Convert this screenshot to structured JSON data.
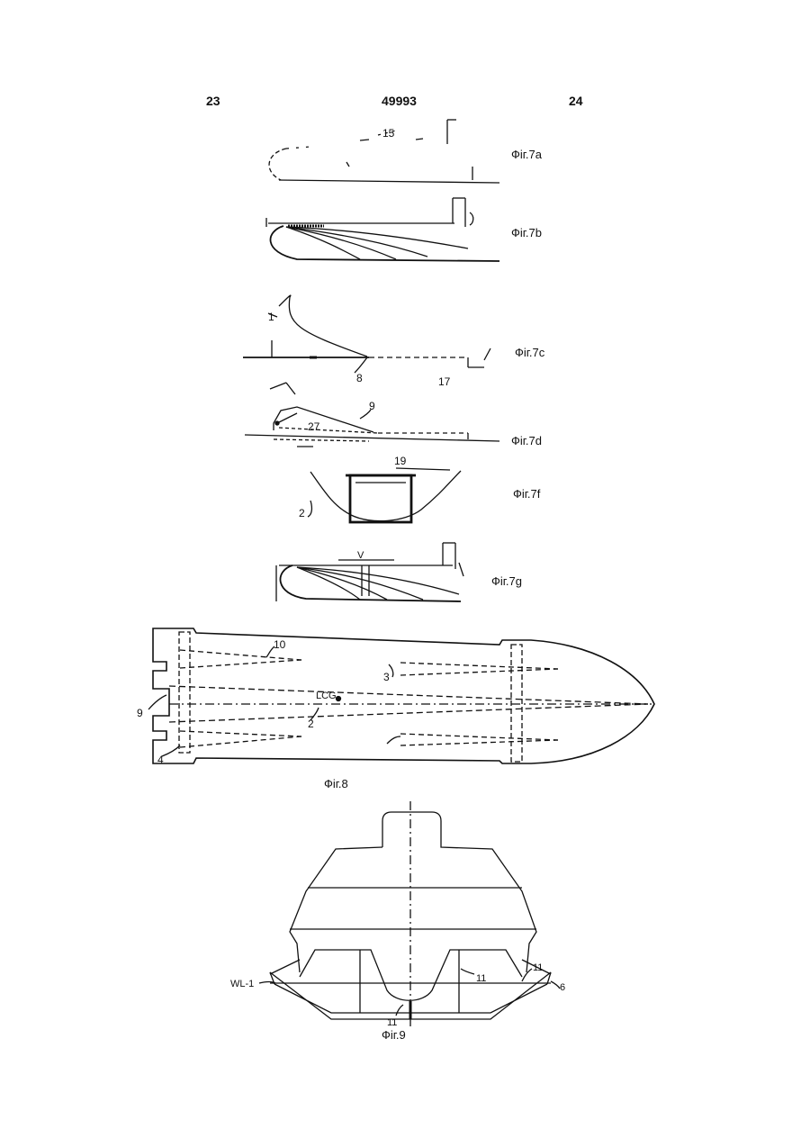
{
  "header": {
    "left_page": "23",
    "patent_number": "49993",
    "right_page": "24"
  },
  "figures": {
    "fig7a": {
      "caption": "Фіг.7a",
      "labels": [
        "15"
      ]
    },
    "fig7b": {
      "caption": "Фіг.7b"
    },
    "fig7c": {
      "caption": "Фіг.7c",
      "labels": [
        "1",
        "8",
        "17"
      ]
    },
    "fig7d": {
      "caption": "Фіг.7d",
      "labels": [
        "9",
        "27"
      ]
    },
    "fig7f": {
      "caption": "Фіг.7f",
      "labels": [
        "19",
        "2"
      ]
    },
    "fig7g": {
      "caption": "Фіг.7g",
      "labels": [
        "V"
      ]
    },
    "fig8": {
      "caption": "Фіг.8",
      "labels": [
        "10",
        "3",
        "9",
        "LCG",
        "2",
        "4"
      ]
    },
    "fig9": {
      "caption": "Фіг.9",
      "labels": [
        "WL-1",
        "11",
        "11",
        "11",
        "6"
      ]
    }
  }
}
